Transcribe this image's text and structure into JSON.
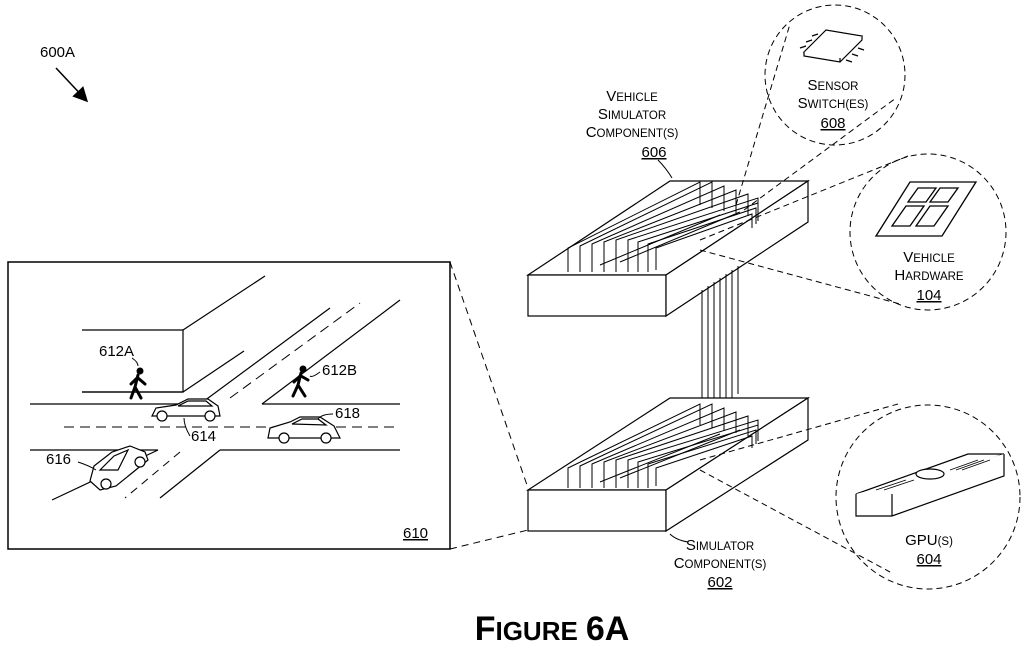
{
  "diagram_label": "600A",
  "figure": {
    "first_big": "F",
    "rest": "IGURE",
    "number": "6A"
  },
  "scene_box_number": "610",
  "scene_labels": {
    "pedestrian_a": "612A",
    "pedestrian_b": "612B",
    "car_center": "614",
    "car_left": "616",
    "car_right": "618"
  },
  "vehicle_simulator": {
    "line1": {
      "cap": "V",
      "rest": "EHICLE"
    },
    "line2": {
      "cap": "S",
      "rest": "IMULATOR"
    },
    "line3": {
      "cap": "C",
      "rest": "OMPONENT(S)"
    },
    "number": "606"
  },
  "simulator": {
    "line1": {
      "cap": "S",
      "rest": "IMULATOR"
    },
    "line2": {
      "cap": "C",
      "rest": "OMPONENT(S)"
    },
    "number": "602"
  },
  "sensor_switch": {
    "line1": {
      "cap": "S",
      "rest": "ENSOR"
    },
    "line2": {
      "cap": "S",
      "rest": "WITCH(ES)"
    },
    "number": "608"
  },
  "vehicle_hardware": {
    "line1": {
      "cap": "V",
      "rest": "EHICLE"
    },
    "line2": {
      "cap": "H",
      "rest": "ARDWARE"
    },
    "number": "104"
  },
  "gpu": {
    "line1": {
      "cap": "GPU",
      "rest": "(S)"
    },
    "number": "604"
  }
}
